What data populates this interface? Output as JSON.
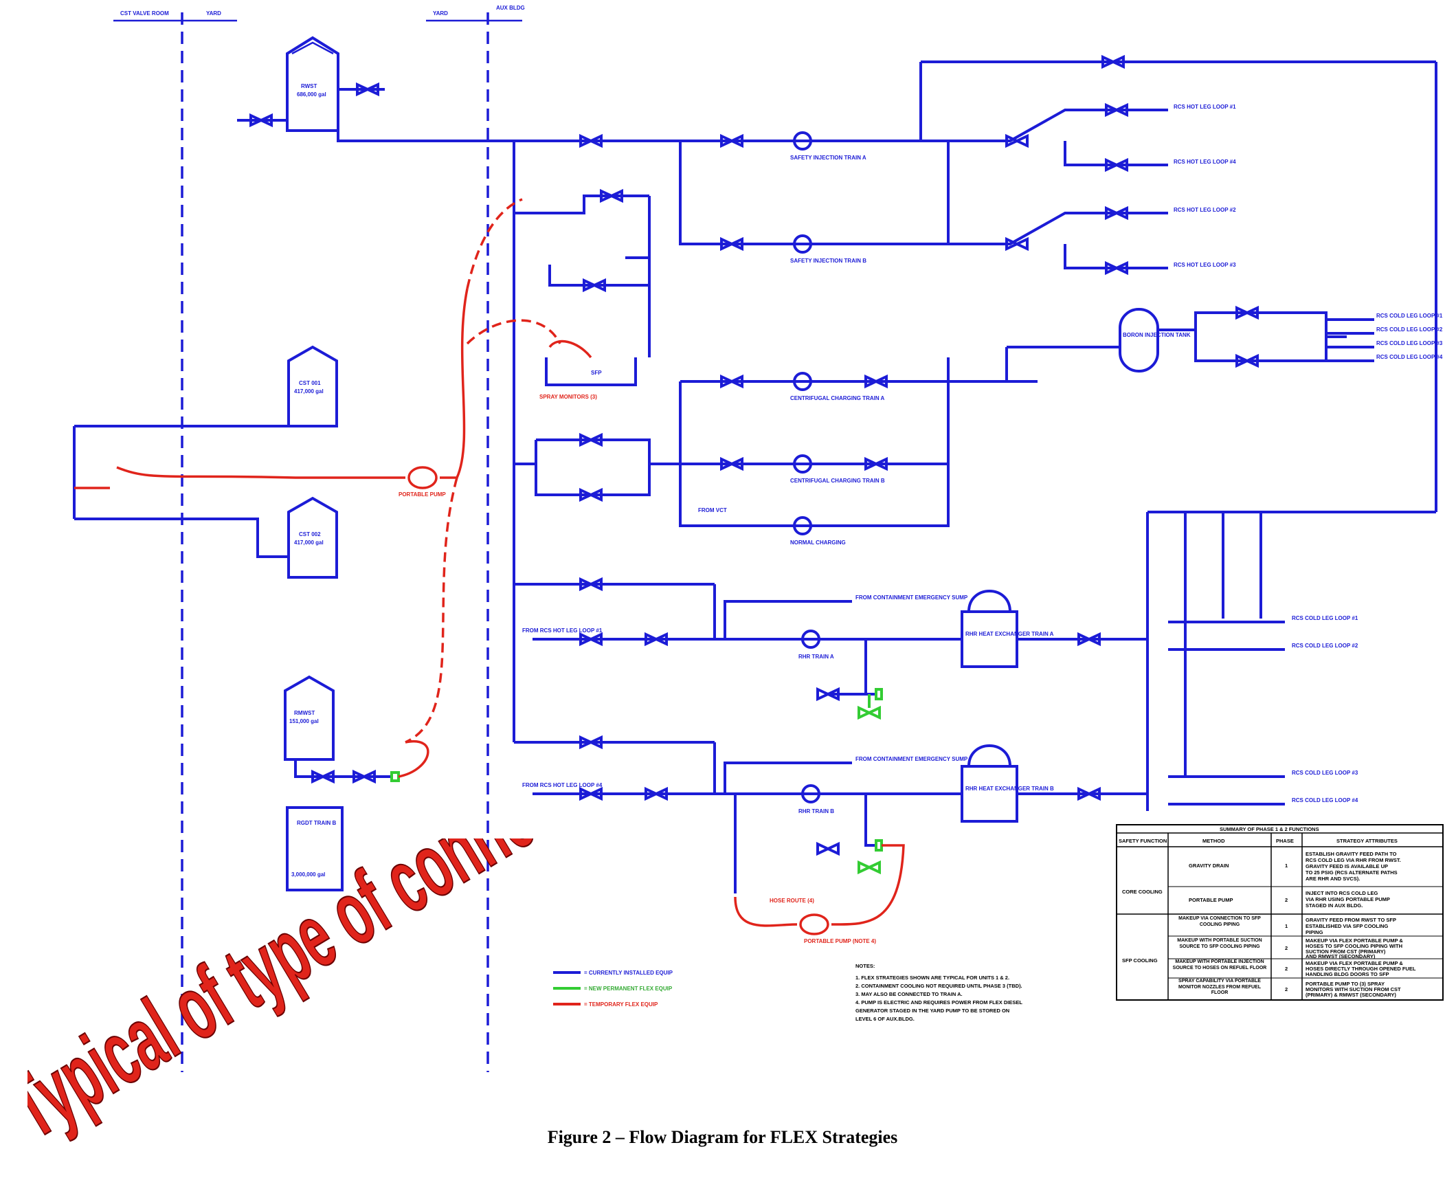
{
  "caption": "Figure 2 – Flow Diagram for FLEX Strategies",
  "overlay_text": "Typical of type of connections",
  "colors": {
    "installed": "#1c1cd6",
    "permanent_flex": "#33cc33",
    "temporary_flex": "#e0241b",
    "overlay": "#e0241b"
  },
  "zones": {
    "left_top": "CST VALVE ROOM",
    "right_top": "YARD",
    "yard": "YARD",
    "aux": "AUX BLDG"
  },
  "tanks": {
    "rwst": {
      "name": "RWST",
      "cap": "686,000 gal"
    },
    "cst1": {
      "name": "CST 001",
      "cap": "417,000 gal"
    },
    "cst2": {
      "name": "CST 002",
      "cap": "417,000 gal"
    },
    "rmwst": {
      "name": "RMWST",
      "cap": "151,000 gal"
    },
    "ring": {
      "name": "RGDT TRAIN B",
      "cap": "3,000,000 gal"
    },
    "sfp": "SFP",
    "boron": "BORON INJECTION TANK"
  },
  "equipment": {
    "si_a": "SAFETY INJECTION TRAIN A",
    "si_b": "SAFETY INJECTION TRAIN B",
    "ccp_a": "CENTRIFUGAL CHARGING TRAIN A",
    "ccp_b": "CENTRIFUGAL CHARGING TRAIN B",
    "normal": "NORMAL CHARGING",
    "rhr_a": "RHR TRAIN A",
    "rhr_b": "RHR TRAIN B",
    "hx_a": "RHR HEAT EXCHANGER TRAIN A",
    "hx_b": "RHR HEAT EXCHANGER TRAIN B",
    "portable_pump": "PORTABLE PUMP",
    "portable_pump_2": "PORTABLE PUMP (NOTE 4)",
    "hose_route": "HOSE ROUTE (4)",
    "spray": "SPRAY MONITORS (3)"
  },
  "right_labels": {
    "hot1": "RCS HOT LEG LOOP #1",
    "hot4": "RCS HOT LEG LOOP #4",
    "hot2": "RCS HOT LEG LOOP #2",
    "hot3": "RCS HOT LEG LOOP #3",
    "cold1": "RCS COLD LEG LOOP #1",
    "cold2": "RCS COLD LEG LOOP #2",
    "cold3": "RCS COLD LEG LOOP #3",
    "cold4": "RCS COLD LEG LOOP #4",
    "rhr_cold1": "RCS COLD LEG LOOP #1",
    "rhr_cold2": "RCS COLD LEG LOOP #2",
    "rhr_cold3": "RCS COLD LEG LOOP #3",
    "rhr_cold4": "RCS COLD LEG LOOP #4"
  },
  "other_labels": {
    "from_hot1": "FROM RCS HOT LEG LOOP #1",
    "from_hot4": "FROM RCS HOT LEG LOOP #4",
    "from_cont_a": "FROM CONTAINMENT EMERGENCY SUMP",
    "from_cont_b": "FROM CONTAINMENT EMERGENCY SUMP",
    "from_vct": "FROM VCT"
  },
  "legend": [
    {
      "label": "= CURRENTLY INSTALLED EQUIP",
      "color": "#1c1cd6"
    },
    {
      "label": "= NEW PERMANENT FLEX EQUIP",
      "color": "#33cc33"
    },
    {
      "label": "= TEMPORARY FLEX EQUIP",
      "color": "#e0241b"
    }
  ],
  "notes": {
    "title": "NOTES:",
    "items": [
      "1.  FLEX STRATEGIES SHOWN ARE TYPICAL FOR UNITS 1 & 2.",
      "2.  CONTAINMENT COOLING NOT REQUIRED UNTIL PHASE 3 (TBD).",
      "3.  MAY ALSO BE CONNECTED TO TRAIN A.",
      "4.  PUMP IS ELECTRIC AND REQUIRES POWER FROM FLEX DIESEL",
      "     GENERATOR STAGED IN THE YARD PUMP TO BE STORED ON",
      "     LEVEL 6 OF AUX.BLDG."
    ]
  },
  "table": {
    "title": "SUMMARY OF PHASE 1 & 2 FUNCTIONS",
    "headers": [
      "SAFETY FUNCTION",
      "METHOD",
      "PHASE",
      "STRATEGY ATTRIBUTES"
    ],
    "groups": [
      {
        "function": "CORE COOLING",
        "rows": [
          {
            "method": "GRAVITY DRAIN",
            "phase": "1",
            "attr": [
              "ESTABLISH GRAVITY FEED PATH TO",
              "RCS COLD LEG VIA RHR FROM RWST.",
              "GRAVITY FEED IS AVAILABLE UP",
              "TO 25 PSIG (RCS ALTERNATE PATHS",
              "ARE RHR AND SVCS)."
            ]
          },
          {
            "method": "PORTABLE PUMP",
            "phase": "2",
            "attr": [
              "INJECT INTO RCS COLD LEG",
              "VIA RHR USING PORTABLE PUMP",
              "STAGED IN AUX BLDG."
            ]
          }
        ]
      },
      {
        "function": "SFP COOLING",
        "rows": [
          {
            "method": "MAKEUP VIA CONNECTION TO SFP COOLING PIPING",
            "phase": "1",
            "attr": [
              "GRAVITY FEED FROM RWST TO SFP",
              "ESTABLISHED VIA SFP COOLING",
              "PIPING"
            ]
          },
          {
            "method": "MAKEUP WITH PORTABLE SUCTION SOURCE TO SFP COOLING PIPING",
            "phase": "2",
            "attr": [
              "MAKEUP VIA FLEX PORTABLE PUMP &",
              "HOSES TO SFP COOLING PIPING WITH",
              "SUCTION FROM CST (PRIMARY)",
              "AND RMWST (SECONDARY)"
            ]
          },
          {
            "method": "MAKEUP WITH PORTABLE INJECTION SOURCE TO HOSES ON REFUEL FLOOR",
            "phase": "2",
            "attr": [
              "MAKEUP VIA FLEX PORTABLE PUMP &",
              "HOSES DIRECTLY THROUGH OPENED FUEL",
              "HANDLING BLDG DOORS TO SFP"
            ]
          },
          {
            "method": "SPRAY CAPABILITY VIA PORTABLE MONITOR NOZZLES FROM REFUEL FLOOR",
            "phase": "2",
            "attr": [
              "PORTABLE PUMP TO (3) SPRAY",
              "MONITORS WITH SUCTION FROM CST",
              "(PRIMARY) & RMWST (SECONDARY)"
            ]
          }
        ]
      }
    ]
  }
}
